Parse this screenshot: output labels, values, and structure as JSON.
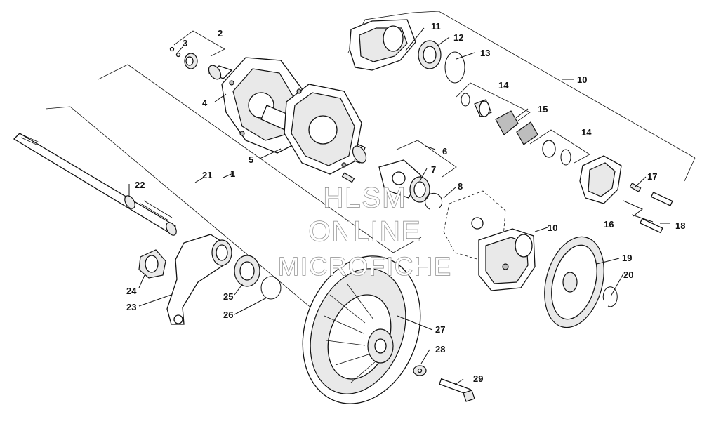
{
  "watermark": {
    "line1": "HLSM",
    "line2": "ONLINE",
    "line3": "MICROFICHE"
  },
  "callouts": [
    "1",
    "2",
    "3",
    "4",
    "5",
    "6",
    "7",
    "8",
    "10",
    "10",
    "11",
    "12",
    "13",
    "14",
    "14",
    "15",
    "16",
    "17",
    "18",
    "19",
    "20",
    "21",
    "22",
    "23",
    "24",
    "25",
    "26",
    "27",
    "28",
    "29"
  ]
}
